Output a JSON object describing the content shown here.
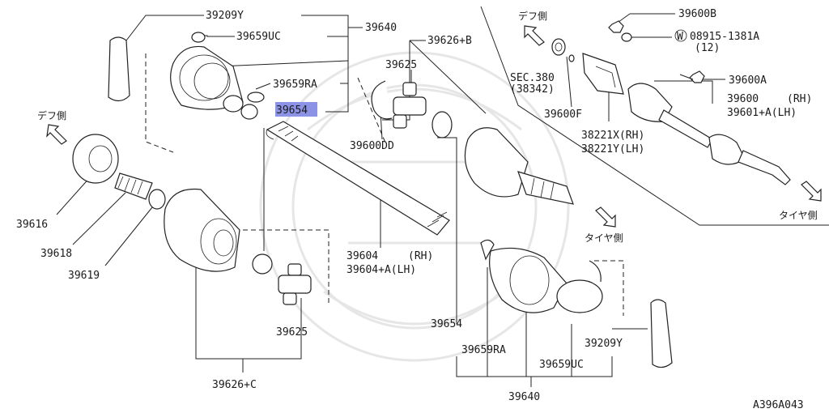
{
  "labels": {
    "p39209y_top": "39209Y",
    "p39659uc_top": "39659UC",
    "p39640_top": "39640",
    "p39626b": "39626+B",
    "p39625_top": "39625",
    "p39659ra_top": "39659RA",
    "p39654_top": "39654",
    "p39600dd": "39600DD",
    "p39616": "39616",
    "p39618": "39618",
    "p39619": "39619",
    "p39604_rh": "39604",
    "p39604_rh_side": "(RH)",
    "p39604a_lh": "39604+A(LH)",
    "p39625_bot": "39625",
    "p39626c": "39626+C",
    "p39654_bot": "39654",
    "p39659ra_bot": "39659RA",
    "p39209y_bot": "39209Y",
    "p39659uc_bot": "39659UC",
    "p39640_bot": "39640",
    "p39600b": "39600B",
    "w_mark": "W",
    "p08915": "08915-1381A",
    "p08915_qty": "(12)",
    "sec380_a": "SEC.380",
    "sec380_b": "(38342)",
    "p39600f": "39600F",
    "p39600a": "39600A",
    "p39600_rh": "39600",
    "p39600_rh_side": "(RH)",
    "p39601a_lh": "39601+A(LH)",
    "p38221x": "38221X(RH)",
    "p38221y": "38221Y(LH)",
    "diagram_id": "A396A043"
  },
  "directions": {
    "diff_left": "デフ側",
    "diff_right": "デフ側",
    "tire_mid": "タイヤ側",
    "tire_right": "タイヤ側"
  },
  "highlight": {
    "part": "39654",
    "color": "#8c93e6"
  },
  "colors": {
    "line": "#222222",
    "text": "#1a1a1a",
    "watermark": "#e6e6e6"
  }
}
